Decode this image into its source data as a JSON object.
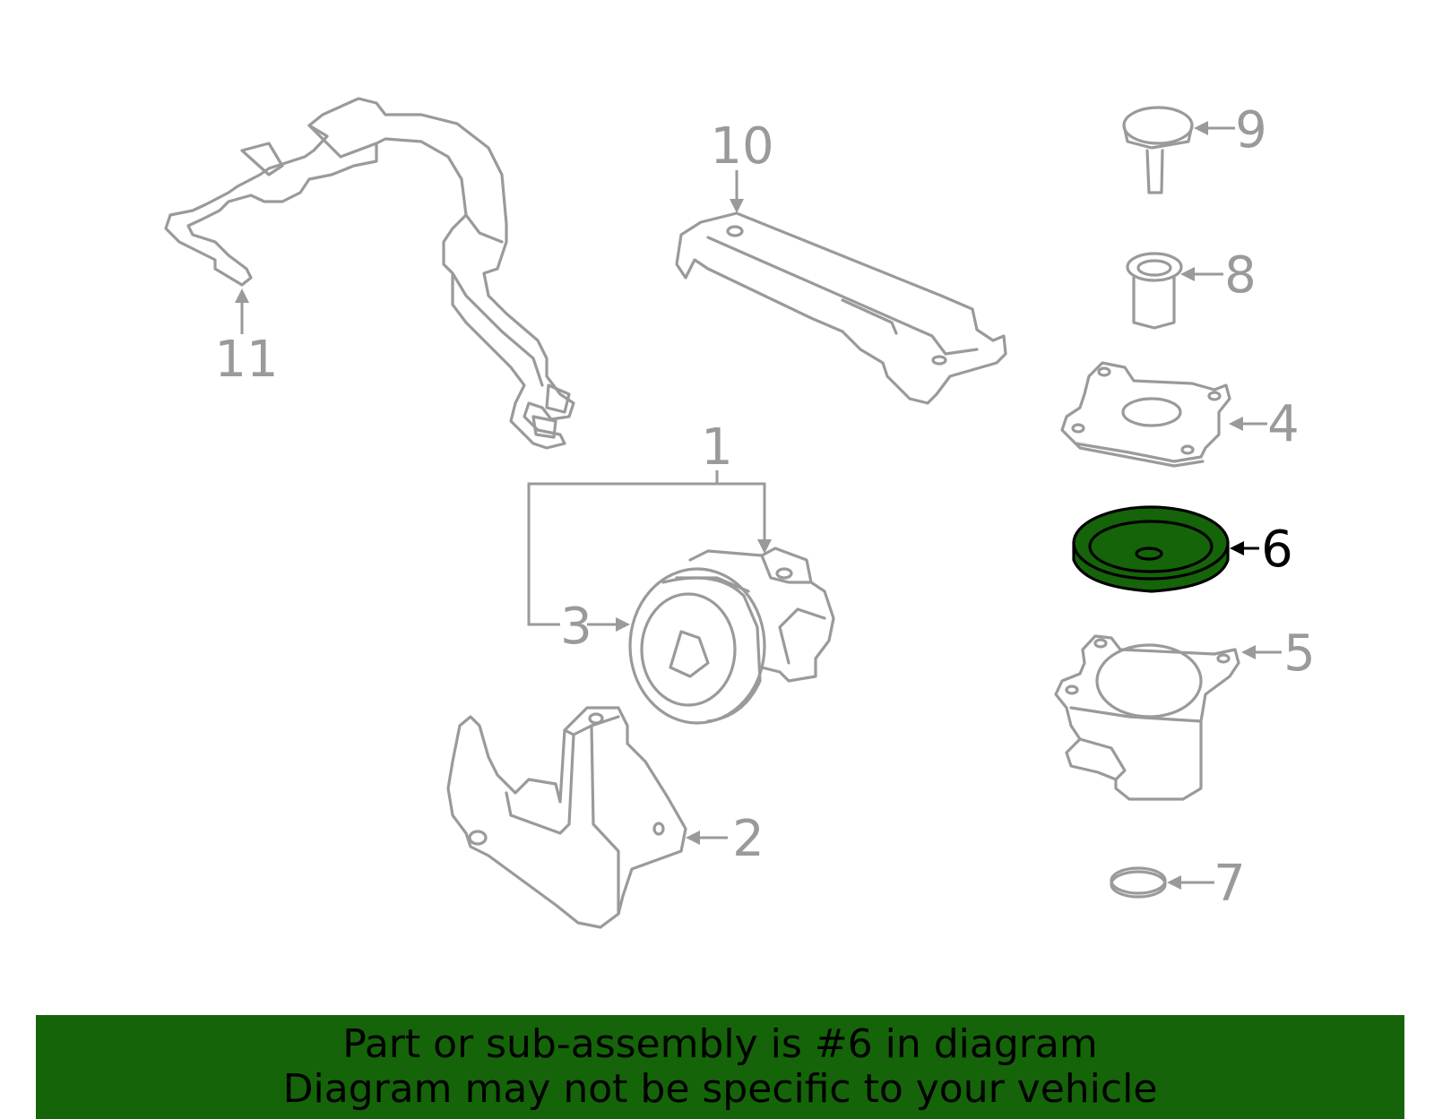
{
  "diagram": {
    "callouts": [
      "1",
      "2",
      "3",
      "4",
      "5",
      "6",
      "7",
      "8",
      "9",
      "10",
      "11"
    ],
    "highlighted_callout": "6",
    "highlight_color": "#156409",
    "line_color": "#9a9a9a"
  },
  "footer": {
    "line1": "Part or sub-assembly is #6 in diagram",
    "line2": "Diagram may not be specific to your vehicle",
    "background": "#156409"
  }
}
